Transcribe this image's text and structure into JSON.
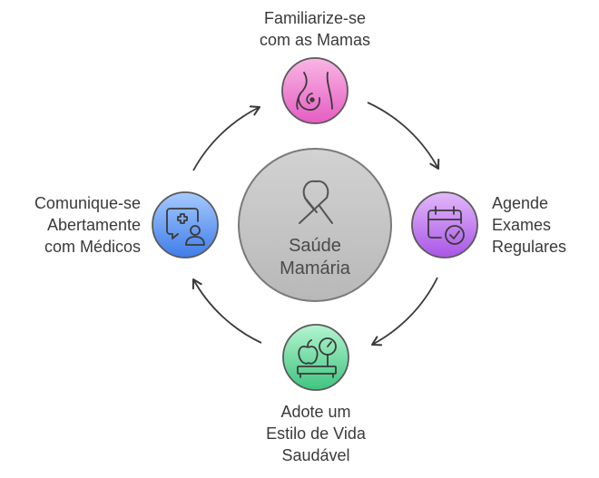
{
  "center": {
    "line1": "Saúde",
    "line2": "Mamária",
    "icon": "pink-ribbon-icon",
    "fill": "#c4c4c4"
  },
  "nodes": [
    {
      "id": "top",
      "lines": [
        "Familiarize-se",
        "com as Mamas"
      ],
      "icon": "breast-icon",
      "color_light": "#f7a8de",
      "color_dark": "#e35cc0"
    },
    {
      "id": "right",
      "lines": [
        "Agende",
        "Exames",
        "Regulares"
      ],
      "icon": "calendar-check-icon",
      "color_light": "#d9a8f5",
      "color_dark": "#a855e8"
    },
    {
      "id": "bottom",
      "lines": [
        "Adote um",
        "Estilo de Vida",
        "Saudável"
      ],
      "icon": "apple-scale-icon",
      "color_light": "#a8f0c8",
      "color_dark": "#3cc47e"
    },
    {
      "id": "left",
      "lines": [
        "Comunique-se",
        "Abertamente",
        "com Médicos"
      ],
      "icon": "doctor-chat-icon",
      "color_light": "#9cc4ff",
      "color_dark": "#3f7fea"
    }
  ],
  "cycle_arrow_color": "#3a3a3a"
}
